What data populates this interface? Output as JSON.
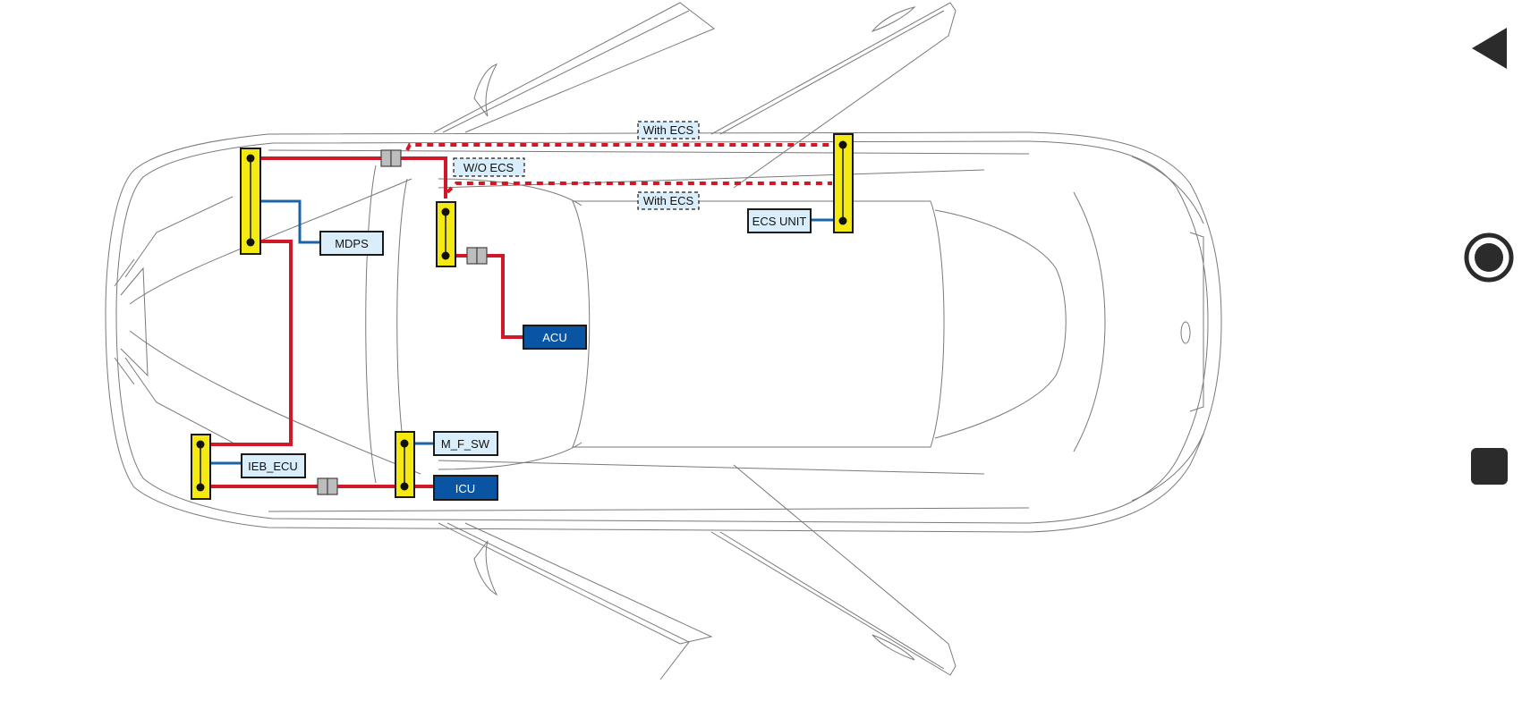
{
  "diagram": {
    "modules": {
      "mdps": "MDPS",
      "acu": "ACU",
      "ecs_unit": "ECS UNIT",
      "ieb_ecu": "IEB_ECU",
      "m_f_sw": "M_F_SW",
      "icu": "ICU"
    },
    "tags": {
      "with_ecs_top": "With ECS",
      "wo_ecs": "W/O ECS",
      "with_ecs_bottom": "With ECS"
    },
    "colors": {
      "wire_main": "#d01828",
      "wire_branch": "#1b64a8",
      "junction_block": "#f4ea12",
      "module_light": "#d9eefa",
      "module_dark": "#0a55a3"
    }
  },
  "navigation": {
    "back_icon": "triangle-back-icon",
    "home_icon": "circle-home-icon",
    "recents_icon": "square-recents-icon"
  }
}
